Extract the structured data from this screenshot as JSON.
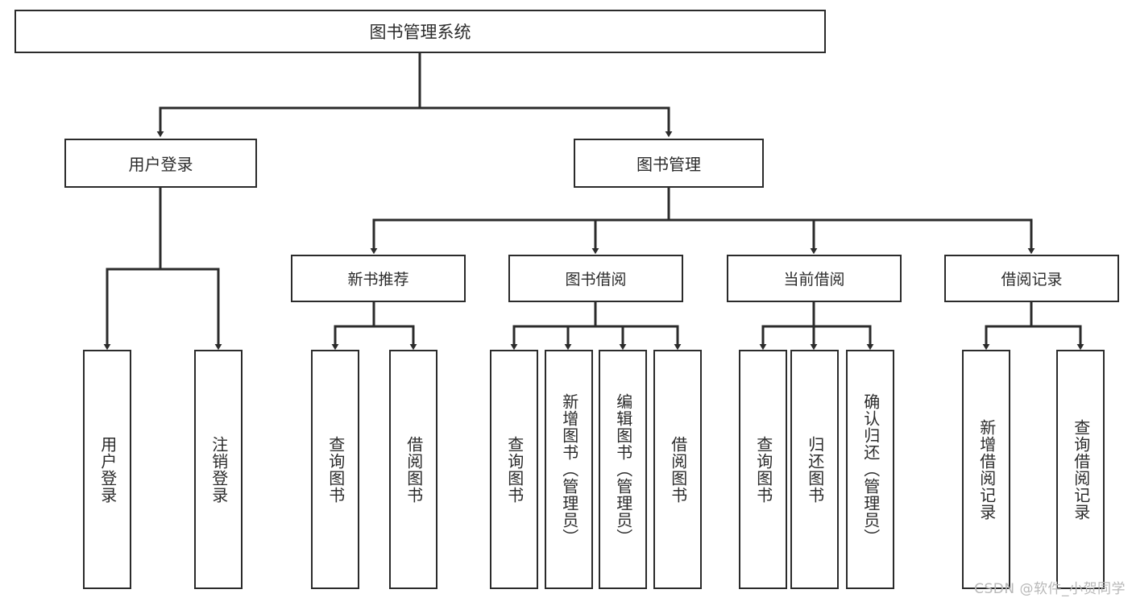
{
  "diagram": {
    "title": "图书管理系统",
    "type": "tree-hierarchy",
    "orientation": "top-down",
    "colors": {
      "background": "#ffffff",
      "node_fill": "#ffffff",
      "node_stroke": "#2b2b2b",
      "edge_stroke": "#2b2b2b",
      "text": "#2b2b2b",
      "watermark": "#b8b8b8"
    },
    "root": {
      "label": "图书管理系统"
    },
    "level2": [
      {
        "label": "用户登录"
      },
      {
        "label": "图书管理"
      }
    ],
    "level3": [
      {
        "label": "新书推荐"
      },
      {
        "label": "图书借阅"
      },
      {
        "label": "当前借阅"
      },
      {
        "label": "借阅记录"
      }
    ],
    "leaves": {
      "user_login": [
        {
          "label": "用户登录"
        },
        {
          "label": "注销登录"
        }
      ],
      "new_book_recommend": [
        {
          "label": "查询图书"
        },
        {
          "label": "借阅图书"
        }
      ],
      "book_borrow": [
        {
          "label": "查询图书"
        },
        {
          "label": "新增图书（管理员）"
        },
        {
          "label": "编辑图书（管理员）"
        },
        {
          "label": "借阅图书"
        }
      ],
      "current_borrow": [
        {
          "label": "查询图书"
        },
        {
          "label": "归还图书"
        },
        {
          "label": "确认归还（管理员）"
        }
      ],
      "borrow_record": [
        {
          "label": "新增借阅记录"
        },
        {
          "label": "查询借阅记录"
        }
      ]
    },
    "watermark": "CSDN @软件_小贺同学"
  }
}
